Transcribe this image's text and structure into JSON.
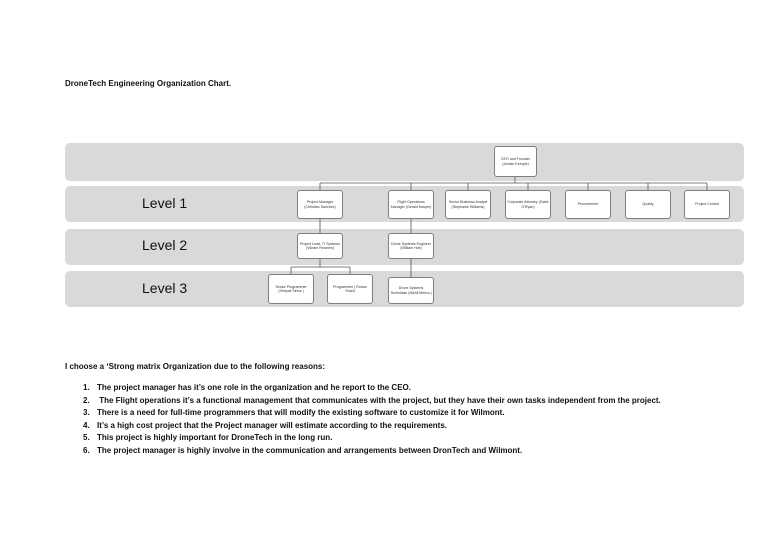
{
  "document": {
    "title": "DroneTech Engineering Organization Chart.",
    "reason_intro": "I choose a ‘Strong matrix Organization due to the following reasons:",
    "reasons": [
      {
        "num": "1.",
        "text": "The project manager has it’s one role in the organization and he report to the CEO."
      },
      {
        "num": "2.",
        "text": " The Flight operations it’s a functional management that communicates with the project, but they have their own tasks independent from the project."
      },
      {
        "num": "3.",
        "text": "There is a need for full-time programmers that will modify the existing software to customize it for Wilmont."
      },
      {
        "num": "4.",
        "text": "It’s a high cost project that the Project manager will estimate according to the requirements."
      },
      {
        "num": "5.",
        "text": "This project is highly important for DroneTech in the long run."
      },
      {
        "num": "6.",
        "text": "The project manager is highly involve in the communication and arrangements between DronTech and Wilmont."
      }
    ]
  },
  "org_chart": {
    "levels": [
      "Level 1",
      "Level 2",
      "Level 3"
    ],
    "ceo": "CEO and Founder (Jordan Kemple)",
    "level1": [
      "Project Manager (Christian Sanchez)",
      "Flight Operations Manager (Gerald Kasper)",
      "Senior Business Analyst (Stephanie Williams)",
      "Corporate Attorney (Gabe O'Ryan)",
      "Procurement",
      "Quality",
      "Project Control"
    ],
    "level2": [
      "Project Lead, IT Systems (Vikram Reamen)",
      "Drone Systems Engineer (William Holt)"
    ],
    "level3": [
      "Senior Programmer (Shivpal Sinha )",
      "Programmer ( Rohan Shah)",
      "Drone Systems Technician (Nikhil Mehra )"
    ]
  }
}
